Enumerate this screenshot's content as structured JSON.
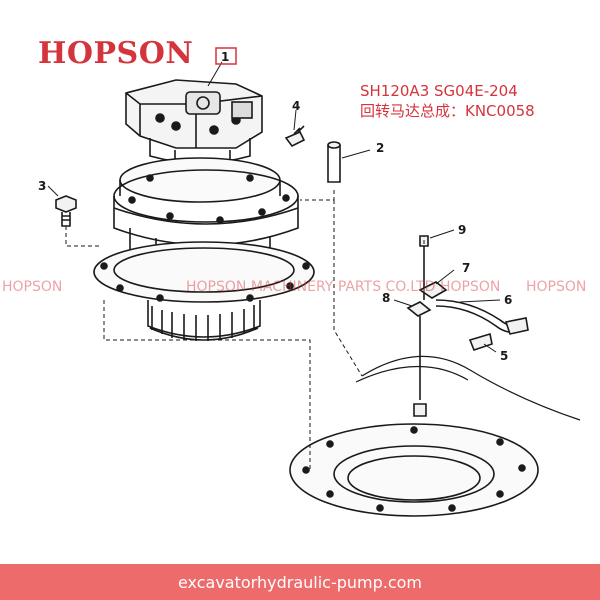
{
  "brand": {
    "logo_text": "HOPSON",
    "color": "#d4343b"
  },
  "title": {
    "model_line": "SH120A3 SG04E-204",
    "assembly_line": "回转马达总成：KNC0058"
  },
  "watermark": {
    "left": "HOPSON",
    "center": "HOPSON MACHINERY PARTS CO.LTD",
    "right": "HOPSON",
    "far_right": "HOPSON"
  },
  "callouts": {
    "c1": "1",
    "c2": "2",
    "c3": "3",
    "c4": "4",
    "c5": "5",
    "c6": "6",
    "c7": "7",
    "c8": "8",
    "c9": "9"
  },
  "footer": {
    "url": "excavatorhydraulic-pump.com",
    "color": "#ee6b6b"
  }
}
